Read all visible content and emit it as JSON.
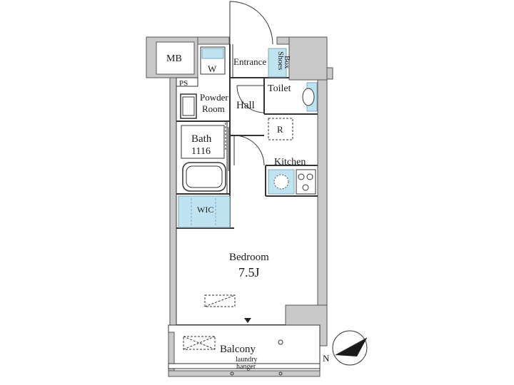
{
  "rooms": {
    "mb": "MB",
    "ps": "PS",
    "w": "W",
    "entrance": "Entrance",
    "shoes_box_line1": "Shoes",
    "shoes_box_line2": "Box",
    "toilet": "Toilet",
    "powder_room_line1": "Powder",
    "powder_room_line2": "Room",
    "hall": "Hall",
    "refrigerator": "R",
    "bath": "Bath",
    "bath_size": "1116",
    "kitchen": "Kitchen",
    "wic": "WIC",
    "bedroom": "Bedroom",
    "bedroom_size": "7.5J",
    "balcony": "Balcony",
    "laundry_line1": "laundry",
    "laundry_line2": "hanger"
  },
  "compass": {
    "north_label": "N"
  },
  "colors": {
    "wall": "#c9c9c9",
    "wall_stroke": "#555555",
    "line": "#333333",
    "fixture_blue": "#bfe3f0",
    "fixture_blue_stroke": "#7fa9bb"
  }
}
